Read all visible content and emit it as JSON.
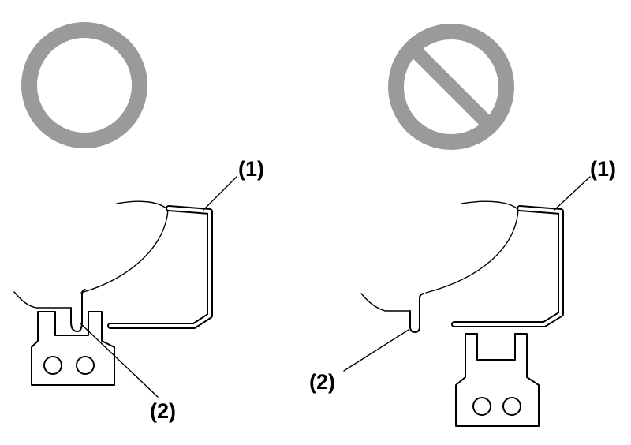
{
  "diagram": {
    "left_panel": {
      "status_icon": "correct-circle-icon",
      "callout_1": "(1)",
      "callout_2": "(2)"
    },
    "right_panel": {
      "status_icon": "prohibited-circle-icon",
      "callout_1": "(1)",
      "callout_2": "(2)"
    }
  },
  "colors": {
    "symbol_gray": "#9a9a9a",
    "line": "#000000",
    "background": "#ffffff"
  }
}
